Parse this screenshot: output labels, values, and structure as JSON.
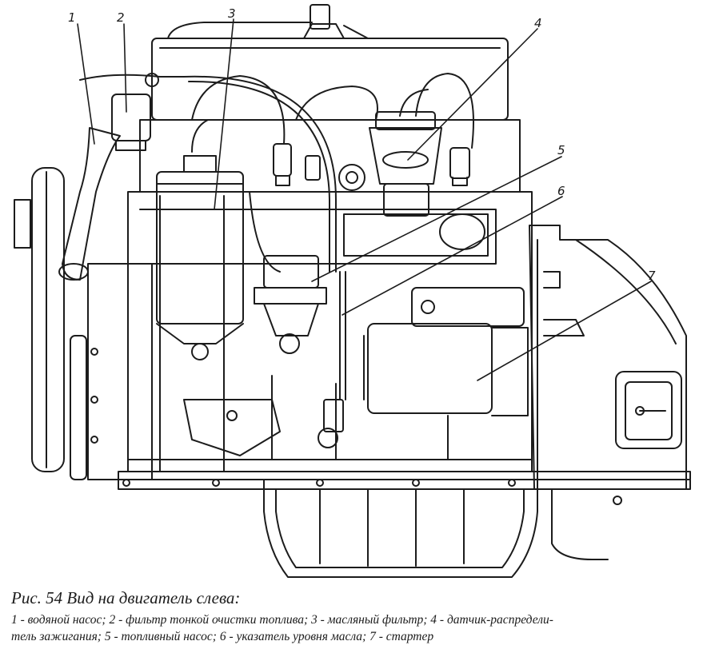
{
  "figure": {
    "title": "Рис. 54 Вид на двигатель слева:",
    "legend_line_1": "1 - водяной насос; 2 - фильтр тонкой очистки топлива; 3 - масляный фильтр; 4 - датчик-распредели-",
    "legend_line_2": "тель зажигания; 5 - топливный насос; 6 - указатель уровня масла; 7 - стартер",
    "callouts": [
      {
        "num": "1",
        "part": "водяной насос"
      },
      {
        "num": "2",
        "part": "фильтр тонкой очистки топлива"
      },
      {
        "num": "3",
        "part": "масляный фильтр"
      },
      {
        "num": "4",
        "part": "датчик-распределитель зажигания"
      },
      {
        "num": "5",
        "part": "топливный насос"
      },
      {
        "num": "6",
        "part": "указатель уровня масла"
      },
      {
        "num": "7",
        "part": "стартер"
      }
    ]
  },
  "colors": {
    "line": "#1c1c1c",
    "paper": "#ffffff"
  }
}
